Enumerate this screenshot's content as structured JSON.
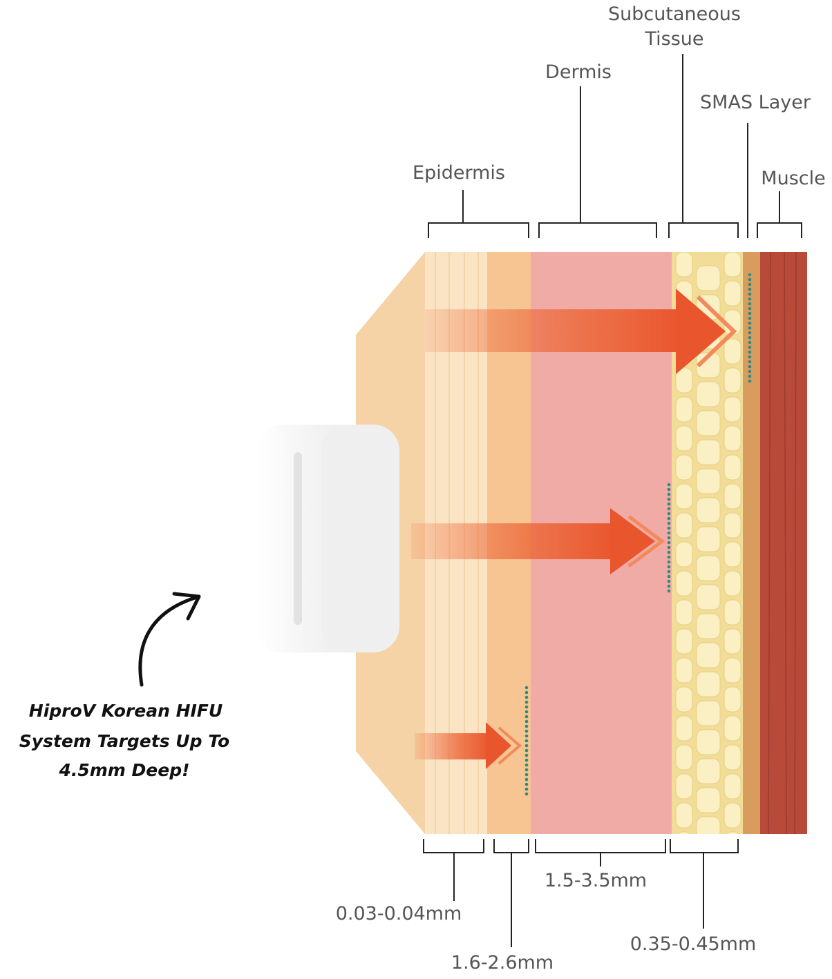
{
  "layers": {
    "epidermis": "Epidermis",
    "dermis": "Dermis",
    "subcutaneous_line1": "Subcutaneous",
    "subcutaneous_line2": "Tissue",
    "smas": "SMAS Layer",
    "muscle": "Muscle"
  },
  "thickness": {
    "a": "0.03-0.04mm",
    "b": "1.6-2.6mm",
    "c": "1.5-3.5mm",
    "d": "0.35-0.45mm"
  },
  "callout": {
    "line1": "HiproV Korean HIFU",
    "line2": "System Targets Up To",
    "line3": "4.5mm Deep!"
  },
  "colors": {
    "epidermis_light": "#fbe4c3",
    "epidermis_orange": "#f6c592",
    "dermis": "#f0aba6",
    "fat": "#f1dc98",
    "smas": "#d89d5e",
    "muscle": "#b84a3a",
    "arrow": "#ec6a3c",
    "dots": "#2e8a80"
  }
}
